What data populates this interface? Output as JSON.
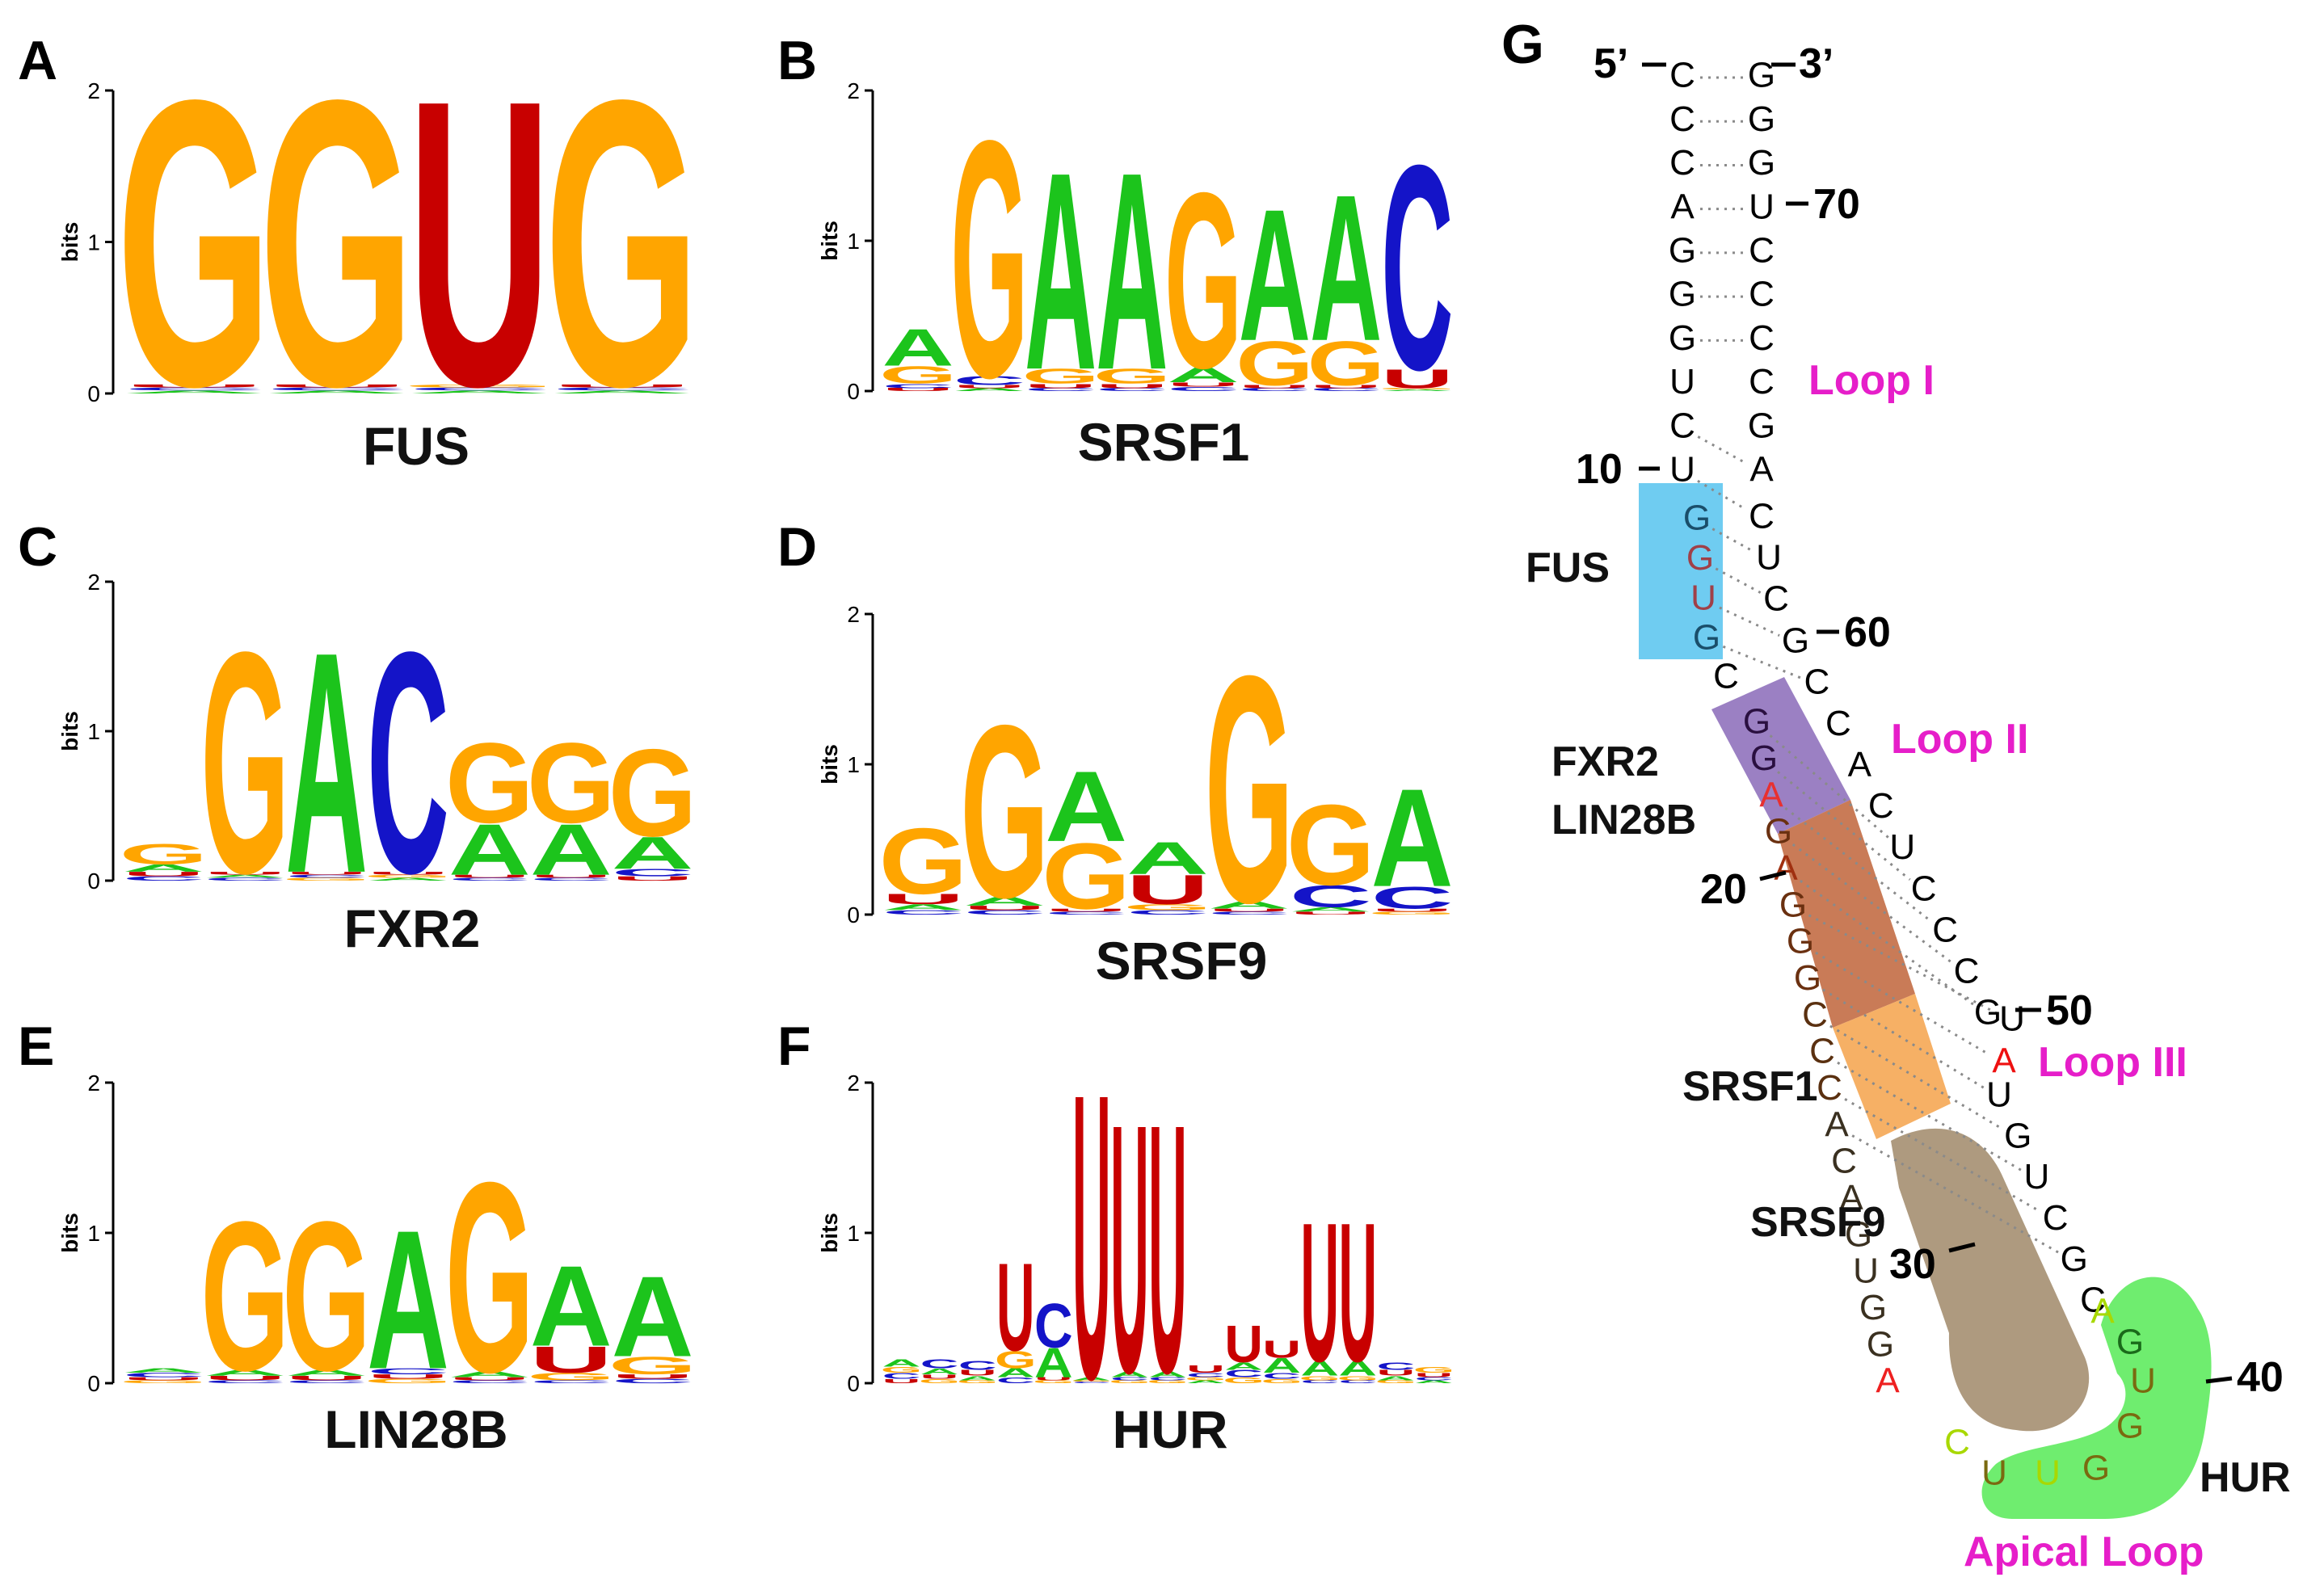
{
  "colors": {
    "A": "#1cc41c",
    "C": "#1414c8",
    "G": "#ffa500",
    "U": "#c80000",
    "T": "#c80000",
    "pair_line": "#8a8a8a",
    "loop_label": "#e61ec9",
    "fus_box": "#56c3ee",
    "fxr2_box": "#8060b0",
    "lin28b_box": "#c86438",
    "srsf1_box": "#f5a24a",
    "srsf9_box": "#a08868",
    "hur_box": "#56ea56"
  },
  "logos": [
    {
      "panel": "A",
      "name": "FUS",
      "ymax": 2,
      "yticks": [
        "0",
        "1",
        "2"
      ],
      "ylabel": "bits",
      "columns": [
        [
          [
            "G",
            1.94
          ],
          [
            "A",
            0.02
          ],
          [
            "C",
            0.02
          ],
          [
            "U",
            0.02
          ]
        ],
        [
          [
            "G",
            1.94
          ],
          [
            "A",
            0.02
          ],
          [
            "C",
            0.02
          ],
          [
            "U",
            0.02
          ]
        ],
        [
          [
            "U",
            1.94
          ],
          [
            "A",
            0.02
          ],
          [
            "C",
            0.02
          ],
          [
            "G",
            0.02
          ]
        ],
        [
          [
            "G",
            1.94
          ],
          [
            "A",
            0.02
          ],
          [
            "C",
            0.02
          ],
          [
            "U",
            0.02
          ]
        ]
      ]
    },
    {
      "panel": "B",
      "name": "SRSF1",
      "ymax": 2,
      "yticks": [
        "0",
        "1",
        "2"
      ],
      "ylabel": "bits",
      "columns": [
        [
          [
            "A",
            0.25
          ],
          [
            "G",
            0.12
          ],
          [
            "C",
            0.03
          ],
          [
            "U",
            0.02
          ]
        ],
        [
          [
            "G",
            1.62
          ],
          [
            "C",
            0.06
          ],
          [
            "A",
            0.02
          ],
          [
            "U",
            0.02
          ]
        ],
        [
          [
            "A",
            1.35
          ],
          [
            "G",
            0.1
          ],
          [
            "C",
            0.02
          ],
          [
            "U",
            0.03
          ]
        ],
        [
          [
            "A",
            1.35
          ],
          [
            "G",
            0.1
          ],
          [
            "C",
            0.02
          ],
          [
            "U",
            0.03
          ]
        ],
        [
          [
            "G",
            1.2
          ],
          [
            "A",
            0.1
          ],
          [
            "C",
            0.03
          ],
          [
            "U",
            0.03
          ]
        ],
        [
          [
            "A",
            0.9
          ],
          [
            "G",
            0.3
          ],
          [
            "C",
            0.02
          ],
          [
            "U",
            0.02
          ]
        ],
        [
          [
            "A",
            1.0
          ],
          [
            "G",
            0.3
          ],
          [
            "C",
            0.02
          ],
          [
            "U",
            0.02
          ]
        ],
        [
          [
            "C",
            1.4
          ],
          [
            "U",
            0.13
          ],
          [
            "A",
            0.01
          ],
          [
            "G",
            0.01
          ]
        ]
      ]
    },
    {
      "panel": "C",
      "name": "FXR2",
      "ymax": 2,
      "yticks": [
        "0",
        "1",
        "2"
      ],
      "ylabel": "bits",
      "columns": [
        [
          [
            "G",
            0.14
          ],
          [
            "A",
            0.05
          ],
          [
            "C",
            0.03
          ],
          [
            "U",
            0.03
          ]
        ],
        [
          [
            "G",
            1.52
          ],
          [
            "C",
            0.02
          ],
          [
            "A",
            0.02
          ],
          [
            "U",
            0.02
          ]
        ],
        [
          [
            "A",
            1.52
          ],
          [
            "G",
            0.02
          ],
          [
            "C",
            0.02
          ],
          [
            "U",
            0.02
          ]
        ],
        [
          [
            "C",
            1.52
          ],
          [
            "A",
            0.02
          ],
          [
            "G",
            0.02
          ],
          [
            "U",
            0.02
          ]
        ],
        [
          [
            "G",
            0.55
          ],
          [
            "A",
            0.35
          ],
          [
            "C",
            0.02
          ],
          [
            "U",
            0.02
          ]
        ],
        [
          [
            "G",
            0.55
          ],
          [
            "A",
            0.35
          ],
          [
            "C",
            0.02
          ],
          [
            "U",
            0.02
          ]
        ],
        [
          [
            "G",
            0.6
          ],
          [
            "A",
            0.22
          ],
          [
            "C",
            0.05
          ],
          [
            "U",
            0.03
          ]
        ]
      ]
    },
    {
      "panel": "D",
      "name": "SRSF9",
      "ymax": 2,
      "yticks": [
        "0",
        "1",
        "2"
      ],
      "ylabel": "bits",
      "columns": [
        [
          [
            "G",
            0.45
          ],
          [
            "U",
            0.07
          ],
          [
            "A",
            0.04
          ],
          [
            "C",
            0.03
          ]
        ],
        [
          [
            "G",
            1.18
          ],
          [
            "A",
            0.06
          ],
          [
            "C",
            0.03
          ],
          [
            "U",
            0.03
          ]
        ],
        [
          [
            "A",
            0.48
          ],
          [
            "G",
            0.45
          ],
          [
            "C",
            0.02
          ],
          [
            "U",
            0.02
          ]
        ],
        [
          [
            "A",
            0.22
          ],
          [
            "U",
            0.2
          ],
          [
            "G",
            0.04
          ],
          [
            "C",
            0.03
          ]
        ],
        [
          [
            "G",
            1.55
          ],
          [
            "A",
            0.05
          ],
          [
            "C",
            0.02
          ],
          [
            "U",
            0.02
          ]
        ],
        [
          [
            "G",
            0.55
          ],
          [
            "C",
            0.15
          ],
          [
            "A",
            0.03
          ],
          [
            "U",
            0.02
          ]
        ],
        [
          [
            "A",
            0.67
          ],
          [
            "C",
            0.15
          ],
          [
            "G",
            0.02
          ],
          [
            "U",
            0.02
          ]
        ]
      ]
    },
    {
      "panel": "E",
      "name": "LIN28B",
      "ymax": 2,
      "yticks": [
        "0",
        "1",
        "2"
      ],
      "ylabel": "bits",
      "columns": [
        [
          [
            "C",
            0.03
          ],
          [
            "A",
            0.03
          ],
          [
            "G",
            0.02
          ],
          [
            "U",
            0.02
          ]
        ],
        [
          [
            "G",
            1.02
          ],
          [
            "A",
            0.04
          ],
          [
            "C",
            0.02
          ],
          [
            "U",
            0.03
          ]
        ],
        [
          [
            "G",
            1.02
          ],
          [
            "A",
            0.04
          ],
          [
            "C",
            0.02
          ],
          [
            "U",
            0.03
          ]
        ],
        [
          [
            "A",
            0.95
          ],
          [
            "C",
            0.04
          ],
          [
            "G",
            0.03
          ],
          [
            "U",
            0.03
          ]
        ],
        [
          [
            "G",
            1.3
          ],
          [
            "A",
            0.04
          ],
          [
            "C",
            0.02
          ],
          [
            "U",
            0.02
          ]
        ],
        [
          [
            "A",
            0.55
          ],
          [
            "U",
            0.18
          ],
          [
            "G",
            0.05
          ],
          [
            "C",
            0.02
          ]
        ],
        [
          [
            "A",
            0.55
          ],
          [
            "G",
            0.12
          ],
          [
            "C",
            0.03
          ],
          [
            "U",
            0.03
          ]
        ]
      ]
    },
    {
      "panel": "F",
      "name": "HUR",
      "ymax": 2,
      "yticks": [
        "0",
        "1",
        "2"
      ],
      "ylabel": "bits",
      "columns": [
        [
          [
            "A",
            0.05
          ],
          [
            "C",
            0.04
          ],
          [
            "G",
            0.04
          ],
          [
            "U",
            0.03
          ]
        ],
        [
          [
            "C",
            0.06
          ],
          [
            "A",
            0.04
          ],
          [
            "G",
            0.03
          ],
          [
            "U",
            0.03
          ]
        ],
        [
          [
            "C",
            0.06
          ],
          [
            "U",
            0.04
          ],
          [
            "A",
            0.03
          ],
          [
            "G",
            0.02
          ]
        ],
        [
          [
            "U",
            0.6
          ],
          [
            "G",
            0.12
          ],
          [
            "A",
            0.06
          ],
          [
            "C",
            0.04
          ]
        ],
        [
          [
            "A",
            0.2
          ],
          [
            "C",
            0.3
          ],
          [
            "G",
            0.02
          ],
          [
            "U",
            0.02
          ]
        ],
        [
          [
            "U",
            1.95
          ],
          [
            "A",
            0.02
          ],
          [
            "C",
            0.01
          ],
          [
            "G",
            0.01
          ]
        ],
        [
          [
            "U",
            1.7
          ],
          [
            "A",
            0.04
          ],
          [
            "G",
            0.02
          ],
          [
            "C",
            0.02
          ]
        ],
        [
          [
            "U",
            1.7
          ],
          [
            "A",
            0.04
          ],
          [
            "G",
            0.02
          ],
          [
            "C",
            0.02
          ]
        ],
        [
          [
            "U",
            0.05
          ],
          [
            "C",
            0.03
          ],
          [
            "A",
            0.02
          ],
          [
            "G",
            0.02
          ]
        ],
        [
          [
            "U",
            0.25
          ],
          [
            "C",
            0.05
          ],
          [
            "A",
            0.05
          ],
          [
            "G",
            0.04
          ]
        ],
        [
          [
            "U",
            0.12
          ],
          [
            "A",
            0.1
          ],
          [
            "C",
            0.04
          ],
          [
            "G",
            0.03
          ]
        ],
        [
          [
            "U",
            0.95
          ],
          [
            "A",
            0.1
          ],
          [
            "G",
            0.03
          ],
          [
            "C",
            0.02
          ]
        ],
        [
          [
            "U",
            0.95
          ],
          [
            "A",
            0.1
          ],
          [
            "G",
            0.03
          ],
          [
            "C",
            0.02
          ]
        ],
        [
          [
            "C",
            0.05
          ],
          [
            "U",
            0.04
          ],
          [
            "A",
            0.03
          ],
          [
            "G",
            0.02
          ]
        ],
        [
          [
            "G",
            0.04
          ],
          [
            "U",
            0.03
          ],
          [
            "A",
            0.02
          ],
          [
            "C",
            0.02
          ]
        ]
      ]
    }
  ],
  "structure": {
    "panel": "G",
    "end5": "5’",
    "end3": "3’",
    "loop_labels": {
      "loop1": "Loop I",
      "loop2": "Loop II",
      "loop3": "Loop III",
      "apical": "Apical Loop"
    },
    "site_labels": {
      "fus": "FUS",
      "fxr2": "FXR2",
      "lin28b": "LIN28B",
      "srsf1": "SRSF1",
      "srsf9": "SRSF9",
      "hur": "HUR"
    },
    "position_labels": {
      "p10": "10",
      "p20": "20",
      "p30": "30",
      "p40": "40",
      "p50": "50",
      "p60": "60",
      "p70": "70"
    },
    "left_strand": [
      {
        "n": 1,
        "b": "C",
        "c": "#000"
      },
      {
        "n": 2,
        "b": "C",
        "c": "#000"
      },
      {
        "n": 3,
        "b": "C",
        "c": "#000"
      },
      {
        "n": 4,
        "b": "A",
        "c": "#000"
      },
      {
        "n": 5,
        "b": "G",
        "c": "#000"
      },
      {
        "n": 6,
        "b": "G",
        "c": "#000"
      },
      {
        "n": 7,
        "b": "G",
        "c": "#000"
      },
      {
        "n": 8,
        "b": "U",
        "c": "#000"
      },
      {
        "n": 9,
        "b": "C",
        "c": "#000"
      },
      {
        "n": 10,
        "b": "U",
        "c": "#000"
      },
      {
        "n": 11,
        "b": "G",
        "c": "#1a4e6a"
      },
      {
        "n": 12,
        "b": "G",
        "c": "#a04048"
      },
      {
        "n": 13,
        "b": "U",
        "c": "#a04048"
      },
      {
        "n": 14,
        "b": "G",
        "c": "#1a4e6a"
      },
      {
        "n": 15,
        "b": "C",
        "c": "#000"
      },
      {
        "n": 16,
        "b": "G",
        "c": "#2a1040"
      },
      {
        "n": 17,
        "b": "G",
        "c": "#2a1040"
      },
      {
        "n": 18,
        "b": "A",
        "c": "#e83030"
      },
      {
        "n": 19,
        "b": "G",
        "c": "#6a3010"
      },
      {
        "n": 20,
        "b": "A",
        "c": "#a03010"
      },
      {
        "n": 21,
        "b": "G",
        "c": "#6a3010"
      },
      {
        "n": 22,
        "b": "G",
        "c": "#6a3010"
      },
      {
        "n": 23,
        "b": "G",
        "c": "#6a3010"
      },
      {
        "n": 24,
        "b": "C",
        "c": "#5a3010"
      },
      {
        "n": 25,
        "b": "C",
        "c": "#5a3010"
      },
      {
        "n": 26,
        "b": "C",
        "c": "#5a3010"
      },
      {
        "n": 27,
        "b": "A",
        "c": "#3a3020"
      },
      {
        "n": 28,
        "b": "C",
        "c": "#3a3020"
      },
      {
        "n": 29,
        "b": "A",
        "c": "#3a3020"
      },
      {
        "n": 30,
        "b": "G",
        "c": "#3a3020"
      },
      {
        "n": 31,
        "b": "U",
        "c": "#3a3020"
      },
      {
        "n": 32,
        "b": "G",
        "c": "#3a3020"
      },
      {
        "n": 33,
        "b": "G",
        "c": "#3a3020"
      },
      {
        "n": 34,
        "b": "A",
        "c": "#ee2020"
      }
    ],
    "apical_loop": [
      {
        "n": 35,
        "b": "C",
        "c": "#a8d800"
      },
      {
        "n": 36,
        "b": "U",
        "c": "#7a6a10"
      },
      {
        "n": 37,
        "b": "U",
        "c": "#a8d800"
      },
      {
        "n": 38,
        "b": "G",
        "c": "#7a6a10"
      },
      {
        "n": 39,
        "b": "G",
        "c": "#7a6a10"
      },
      {
        "n": 40,
        "b": "U",
        "c": "#7a6a10"
      },
      {
        "n": 41,
        "b": "G",
        "c": "#1a6a1a"
      },
      {
        "n": 42,
        "b": "A",
        "c": "#a8d800"
      }
    ],
    "right_strand": [
      {
        "n": 43,
        "b": "C",
        "c": "#000"
      },
      {
        "n": 44,
        "b": "G",
        "c": "#000"
      },
      {
        "n": 45,
        "b": "C",
        "c": "#000"
      },
      {
        "n": 46,
        "b": "U",
        "c": "#000"
      },
      {
        "n": 47,
        "b": "G",
        "c": "#000"
      },
      {
        "n": 48,
        "b": "U",
        "c": "#000"
      },
      {
        "n": 49,
        "b": "A",
        "c": "#ee1010"
      },
      {
        "n": 50,
        "b": "U",
        "c": "#000"
      },
      {
        "n": 51,
        "b": "G",
        "c": "#000"
      },
      {
        "n": 52,
        "b": "C",
        "c": "#000"
      },
      {
        "n": 53,
        "b": "C",
        "c": "#000"
      },
      {
        "n": 54,
        "b": "C",
        "c": "#000"
      },
      {
        "n": 55,
        "b": "U",
        "c": "#000"
      },
      {
        "n": 56,
        "b": "C",
        "c": "#000"
      },
      {
        "n": 57,
        "b": "A",
        "c": "#000"
      },
      {
        "n": 58,
        "b": "C",
        "c": "#000"
      },
      {
        "n": 59,
        "b": "C",
        "c": "#000"
      },
      {
        "n": 60,
        "b": "G",
        "c": "#000"
      },
      {
        "n": 61,
        "b": "C",
        "c": "#000"
      },
      {
        "n": 62,
        "b": "U",
        "c": "#000"
      },
      {
        "n": 63,
        "b": "C",
        "c": "#000"
      },
      {
        "n": 64,
        "b": "A",
        "c": "#000"
      },
      {
        "n": 65,
        "b": "G",
        "c": "#000"
      },
      {
        "n": 66,
        "b": "C",
        "c": "#000"
      },
      {
        "n": 67,
        "b": "C",
        "c": "#000"
      },
      {
        "n": 68,
        "b": "C",
        "c": "#000"
      },
      {
        "n": 69,
        "b": "C",
        "c": "#000"
      },
      {
        "n": 70,
        "b": "U",
        "c": "#000"
      },
      {
        "n": 71,
        "b": "G",
        "c": "#000"
      },
      {
        "n": 72,
        "b": "G",
        "c": "#000"
      },
      {
        "n": 73,
        "b": "G",
        "c": "#000"
      }
    ]
  }
}
